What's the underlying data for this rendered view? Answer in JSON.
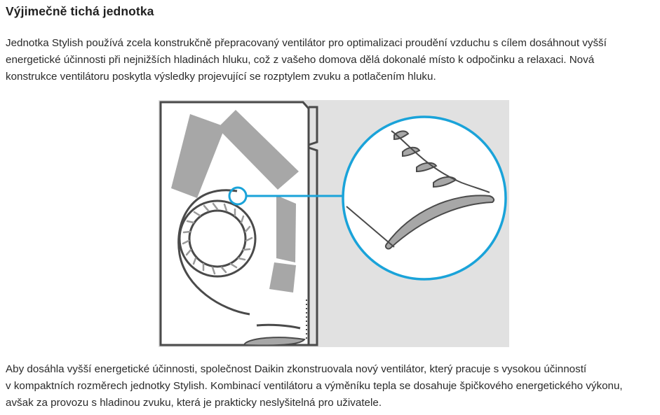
{
  "section": {
    "title": "Výjimečně tichá jednotka",
    "paragraph_1_lines": [
      "Jednotka Stylish používá zcela konstrukčně přepracovaný ventilátor pro optimalizaci proudění vzduchu s cílem dosáhnout vyšší",
      "energetické účinnosti při nejnižších hladinách hluku, což z vašeho domova dělá dokonalé místo k odpočinku a relaxaci. Nová",
      "konstrukce ventilátoru poskytla výsledky projevující se rozptylem zvuku a potlačením hluku."
    ],
    "paragraph_2_lines": [
      "Aby dosáhla vyšší energetické účinnosti, společnost Daikin zkonstruovala nový ventilátor, který pracuje s vysokou účinností",
      "v kompaktních rozměrech jednotky Stylish. Kombinací ventilátoru a výměníku tepla se dosahuje špičkového energetického výkonu,",
      "avšak za provozu s hladinou zvuku, která je prakticky neslyšitelná pro uživatele."
    ]
  },
  "illustration": {
    "highlight_color": "#1aa3d9",
    "part_color": "#a7a7a7",
    "outline_color": "#4a4a4a",
    "background_color": "#e1e1e1"
  }
}
